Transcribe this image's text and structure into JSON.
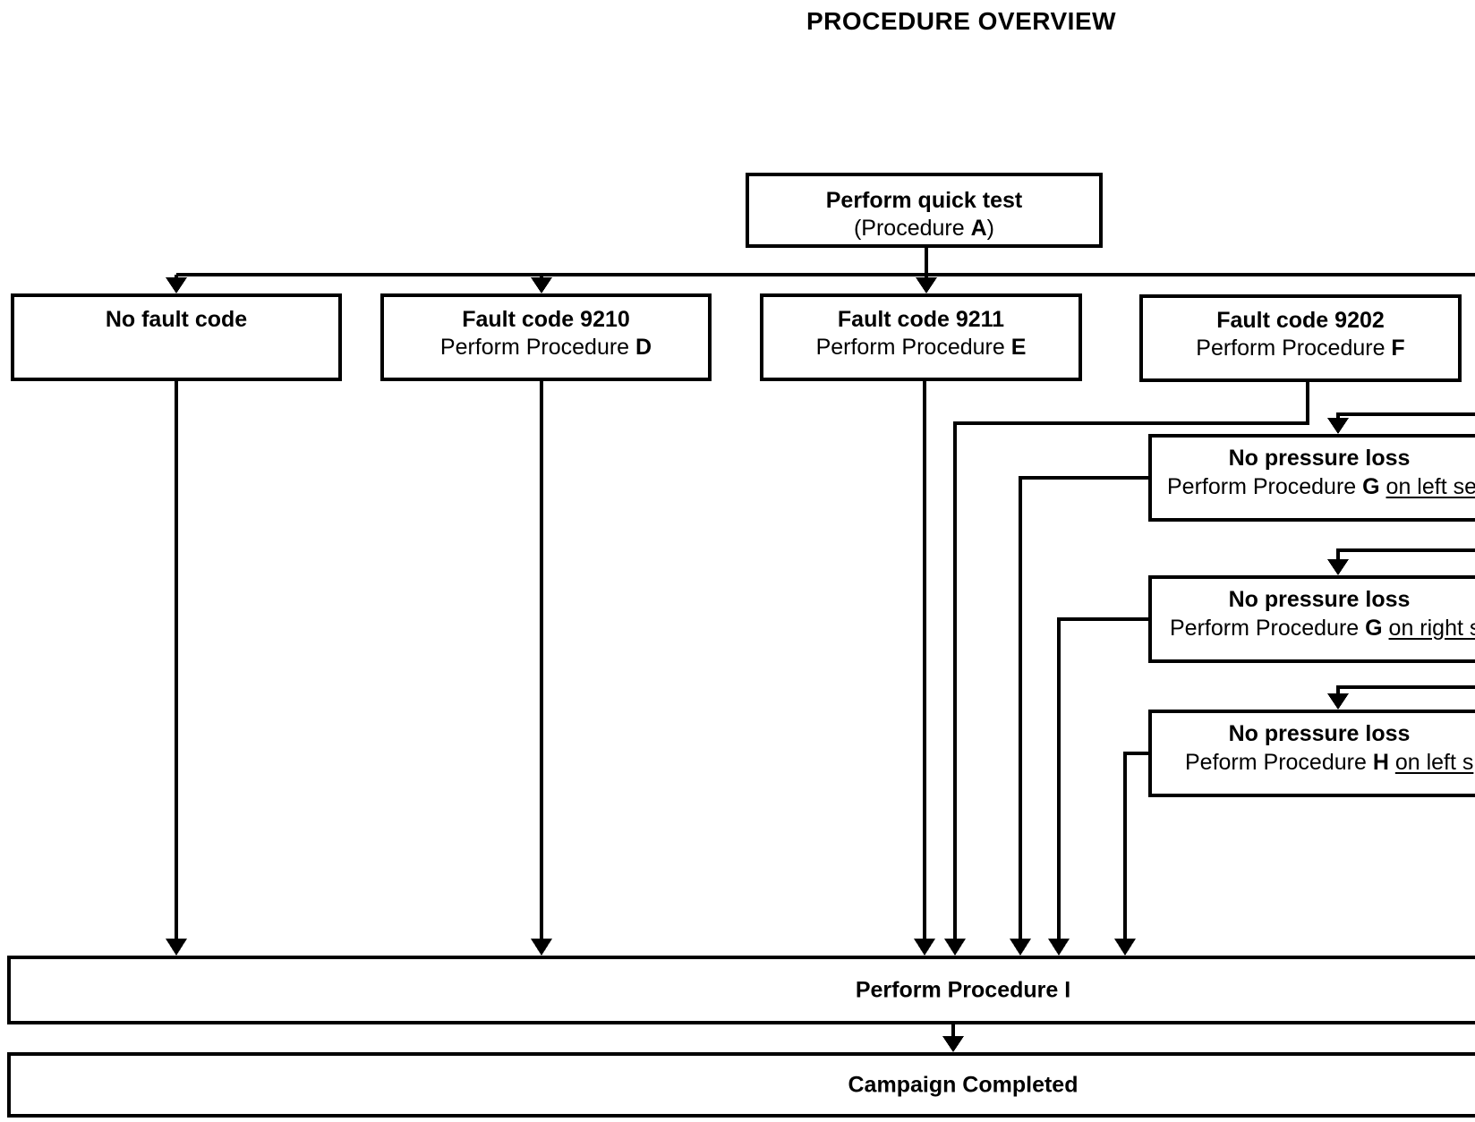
{
  "title": "PROCEDURE OVERVIEW",
  "nodes": {
    "quick_test": {
      "line1": "Perform quick test",
      "line2_pre": "(Procedure ",
      "line2_em": "A",
      "line2_post": ")"
    },
    "no_fault_code": {
      "line1": "No fault code"
    },
    "fault_9210": {
      "line1": "Fault code 9210",
      "line2_pre": "Perform Procedure ",
      "line2_em": "D"
    },
    "fault_9211": {
      "line1": "Fault code 9211",
      "line2_pre": "Perform Procedure ",
      "line2_em": "E"
    },
    "fault_9202": {
      "line1": "Fault code 9202",
      "line2_pre": "Perform Procedure ",
      "line2_em": "F"
    },
    "pressure_g_left": {
      "line1": "No pressure loss",
      "line2_pre": "Perform Procedure ",
      "line2_em": "G ",
      "line2_underline": "on left se"
    },
    "pressure_g_right": {
      "line1": "No pressure loss",
      "line2_pre": "Perform Procedure ",
      "line2_em": "G ",
      "line2_underline": "on right s"
    },
    "pressure_h_left": {
      "line1": "No pressure loss",
      "line2_pre": "Peform Procedure ",
      "line2_em": "H ",
      "line2_underline": "on left s"
    },
    "procedure_i": {
      "line1": "Perform Procedure I"
    },
    "campaign_completed": {
      "line1": "Campaign Completed"
    }
  }
}
